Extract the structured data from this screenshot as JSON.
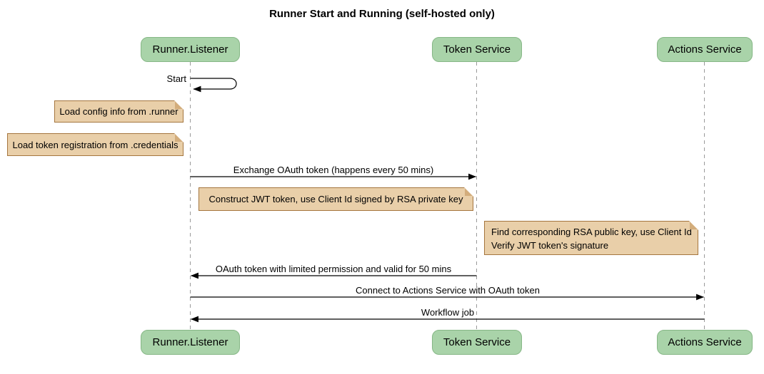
{
  "title": "Runner Start and Running (self-hosted only)",
  "participants": [
    {
      "id": "runner-listener",
      "label": "Runner.Listener"
    },
    {
      "id": "token-service",
      "label": "Token Service"
    },
    {
      "id": "actions-service",
      "label": "Actions Service"
    }
  ],
  "messages": [
    {
      "id": "start",
      "label": "Start",
      "from": "runner-listener",
      "to": "runner-listener",
      "kind": "self"
    },
    {
      "id": "exchange-token",
      "label": "Exchange OAuth token (happens every 50 mins)",
      "from": "runner-listener",
      "to": "token-service",
      "kind": "solid"
    },
    {
      "id": "oauth-return",
      "label": "OAuth token with limited permission and valid for 50 mins",
      "from": "token-service",
      "to": "runner-listener",
      "kind": "solid"
    },
    {
      "id": "connect",
      "label": "Connect to Actions Service with OAuth token",
      "from": "runner-listener",
      "to": "actions-service",
      "kind": "solid"
    },
    {
      "id": "workflow-job",
      "label": "Workflow job",
      "from": "actions-service",
      "to": "runner-listener",
      "kind": "solid"
    }
  ],
  "notes": [
    {
      "id": "load-config",
      "text": "Load config info from .runner"
    },
    {
      "id": "load-credentials",
      "text": "Load token registration from .credentials"
    },
    {
      "id": "construct-jwt",
      "text": "Construct JWT token, use Client Id signed by RSA private key"
    },
    {
      "id": "verify-jwt",
      "lines": [
        "Find corresponding RSA public key, use Client Id",
        "Verify JWT token's signature"
      ]
    }
  ],
  "colors": {
    "participant_fill": "#a9d3a9",
    "participant_border": "#86b786",
    "note_fill": "#e9cfa9",
    "note_border": "#a5763f",
    "note_fold": "#d3ad7c",
    "lifeline": "#9a9a9a",
    "ink": "#000000",
    "background": "#ffffff"
  }
}
